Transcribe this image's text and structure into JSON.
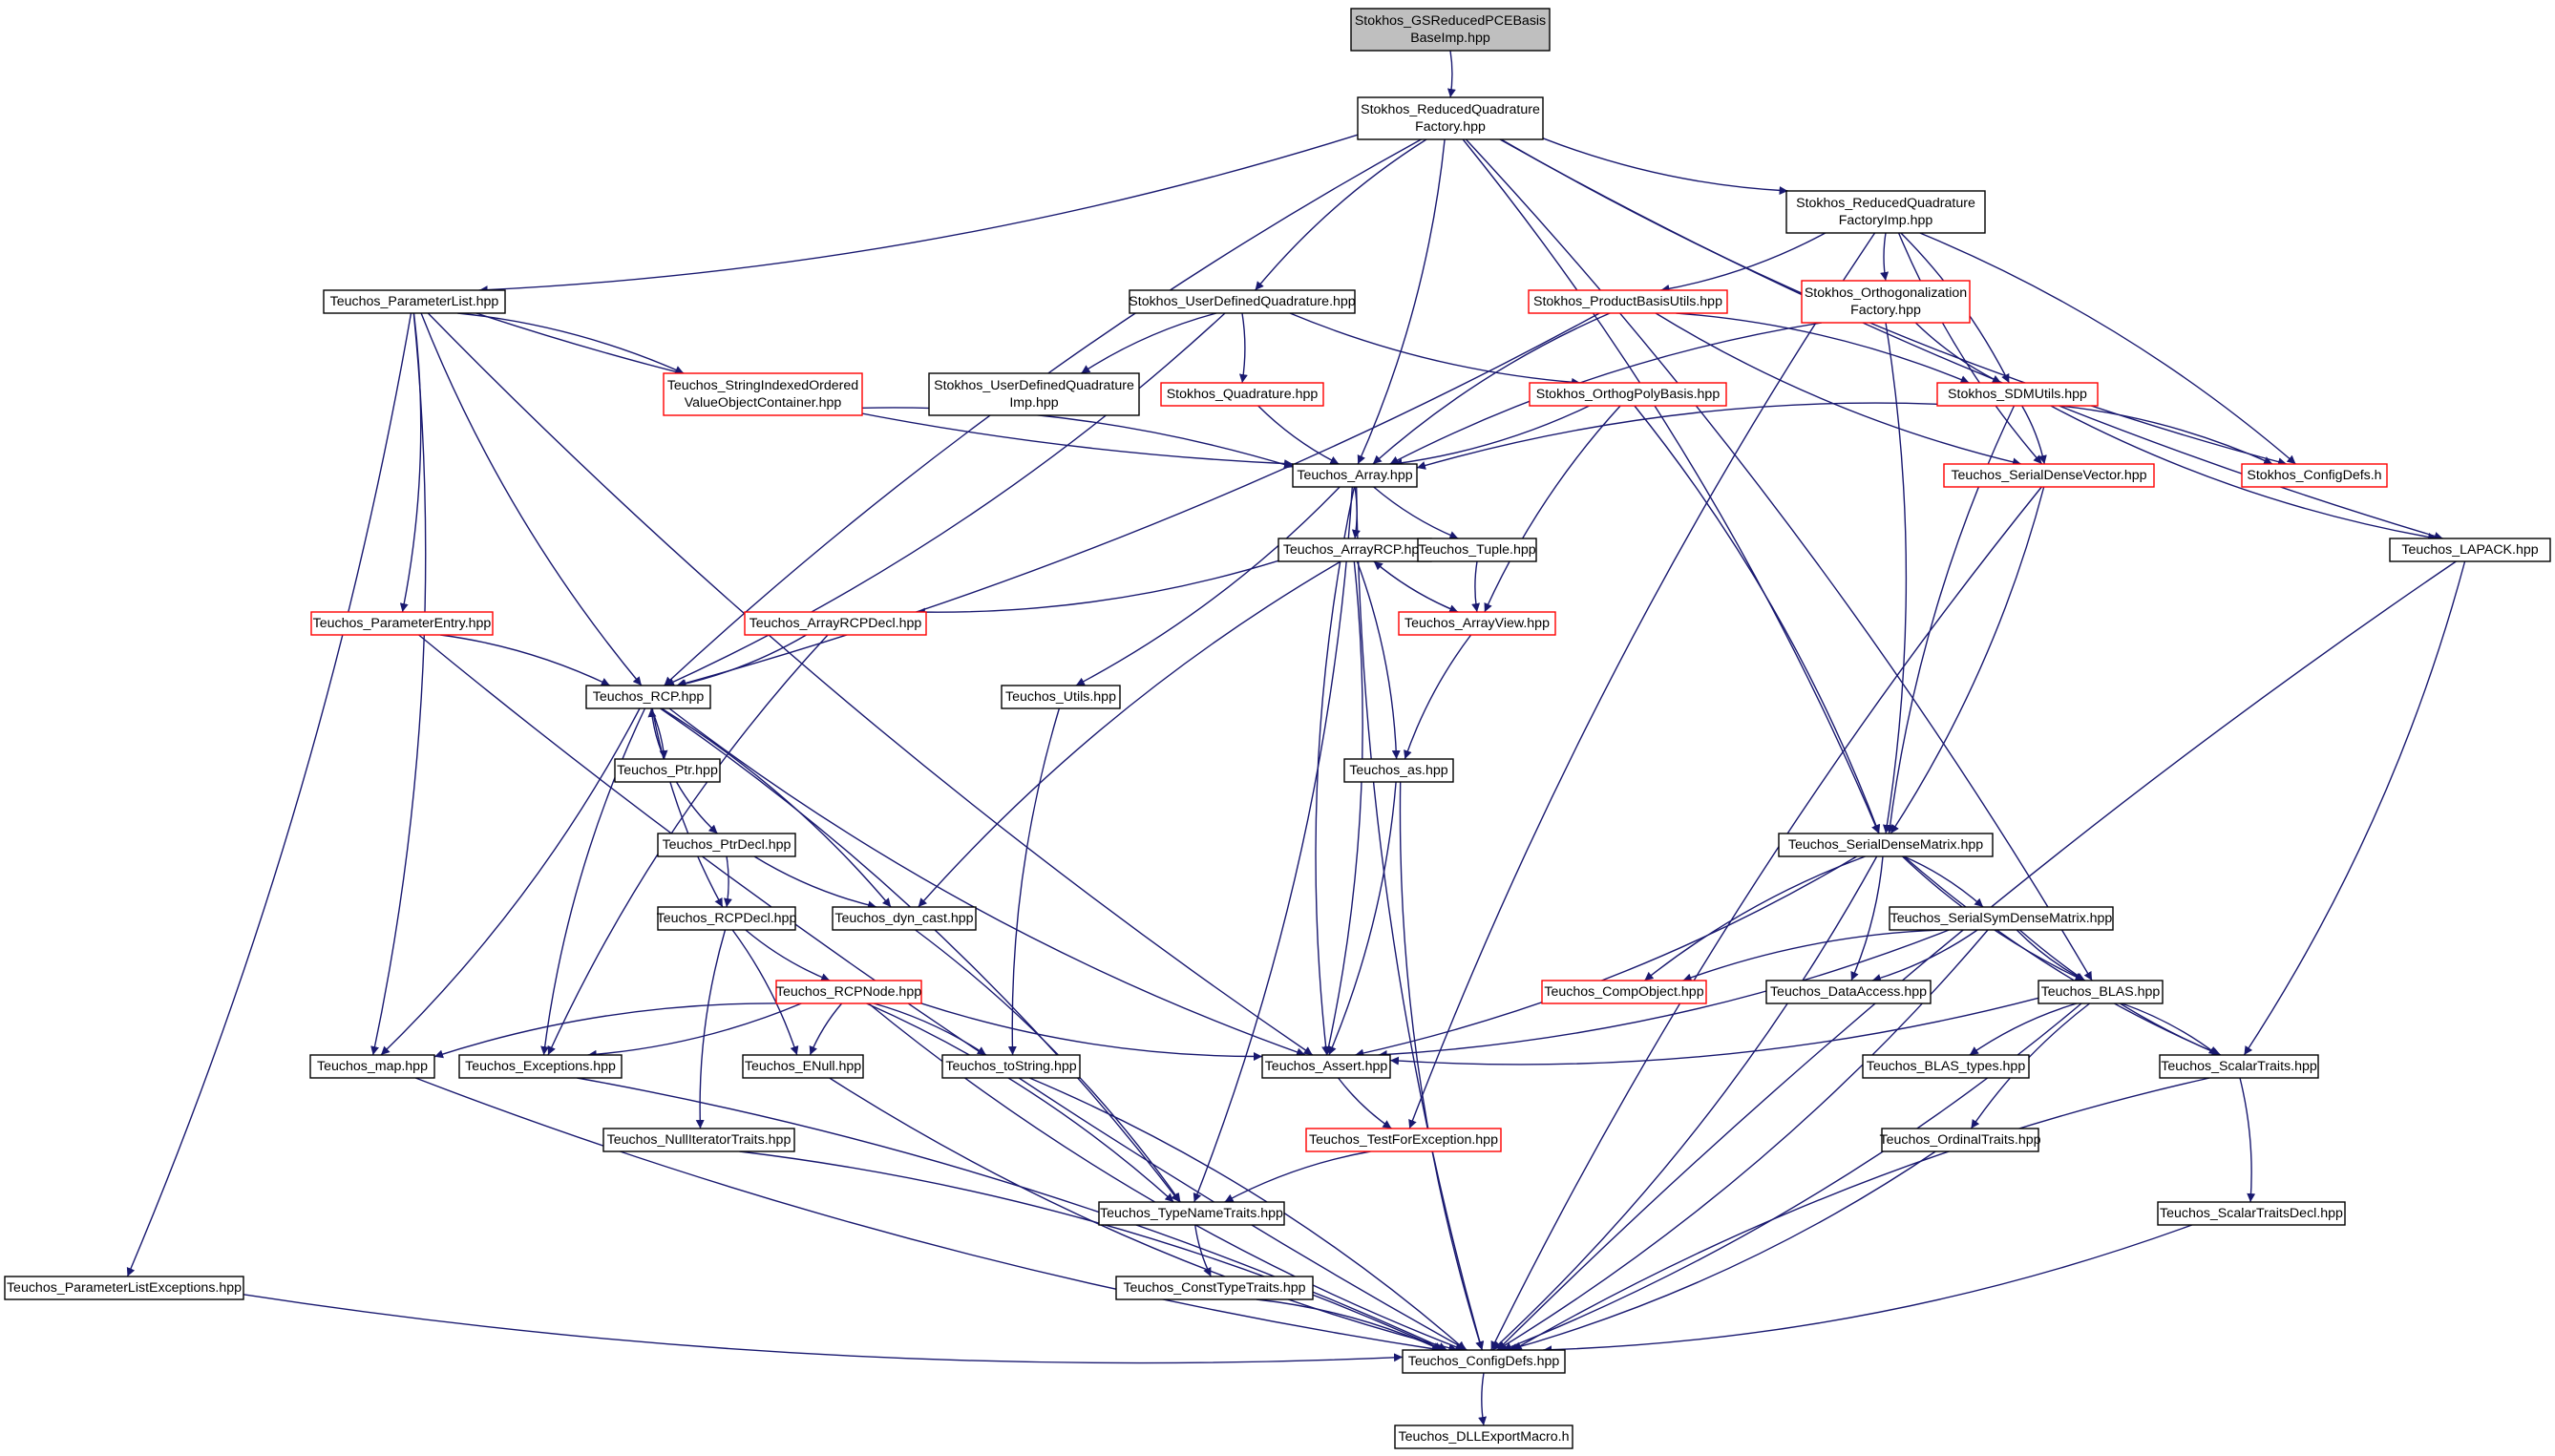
{
  "graph": {
    "colors": {
      "edge": "#191970",
      "node_border_default": "#000000",
      "node_border_incomplete": "#ff0000",
      "root_fill": "#bfbfbf",
      "node_fill": "#ffffff"
    },
    "nodes": [
      {
        "id": "n1",
        "lines": [
          "Stokhos_GSReducedPCEBasis",
          "BaseImp.hpp"
        ],
        "style": "root"
      },
      {
        "id": "n2",
        "lines": [
          "Stokhos_ReducedQuadrature",
          "Factory.hpp"
        ],
        "style": "normal"
      },
      {
        "id": "n3",
        "lines": [
          "Stokhos_ReducedQuadrature",
          "FactoryImp.hpp"
        ],
        "style": "normal"
      },
      {
        "id": "n4",
        "lines": [
          "Teuchos_ParameterList.hpp"
        ],
        "style": "normal"
      },
      {
        "id": "n5",
        "lines": [
          "Stokhos_UserDefinedQuadrature.hpp"
        ],
        "style": "normal"
      },
      {
        "id": "n6",
        "lines": [
          "Stokhos_ProductBasisUtils.hpp"
        ],
        "style": "red"
      },
      {
        "id": "n7",
        "lines": [
          "Stokhos_Orthogonalization",
          "Factory.hpp"
        ],
        "style": "red"
      },
      {
        "id": "n8",
        "lines": [
          "Teuchos_StringIndexedOrdered",
          "ValueObjectContainer.hpp"
        ],
        "style": "red"
      },
      {
        "id": "n9",
        "lines": [
          "Stokhos_UserDefinedQuadrature",
          "Imp.hpp"
        ],
        "style": "normal"
      },
      {
        "id": "n10",
        "lines": [
          "Stokhos_Quadrature.hpp"
        ],
        "style": "red"
      },
      {
        "id": "n11",
        "lines": [
          "Stokhos_OrthogPolyBasis.hpp"
        ],
        "style": "red"
      },
      {
        "id": "n12",
        "lines": [
          "Stokhos_SDMUtils.hpp"
        ],
        "style": "red"
      },
      {
        "id": "n13",
        "lines": [
          "Stokhos_ConfigDefs.h"
        ],
        "style": "red"
      },
      {
        "id": "n14",
        "lines": [
          "Teuchos_Array.hpp"
        ],
        "style": "normal"
      },
      {
        "id": "n15",
        "lines": [
          "Teuchos_SerialDenseVector.hpp"
        ],
        "style": "red"
      },
      {
        "id": "n16",
        "lines": [
          "Teuchos_LAPACK.hpp"
        ],
        "style": "normal"
      },
      {
        "id": "n17",
        "lines": [
          "Teuchos_ArrayRCP.hpp"
        ],
        "style": "normal"
      },
      {
        "id": "n18",
        "lines": [
          "Teuchos_Tuple.hpp"
        ],
        "style": "normal"
      },
      {
        "id": "n19",
        "lines": [
          "Teuchos_ParameterEntry.hpp"
        ],
        "style": "red"
      },
      {
        "id": "n20",
        "lines": [
          "Teuchos_ArrayRCPDecl.hpp"
        ],
        "style": "red"
      },
      {
        "id": "n21",
        "lines": [
          "Teuchos_ArrayView.hpp"
        ],
        "style": "red"
      },
      {
        "id": "n22",
        "lines": [
          "Teuchos_RCP.hpp"
        ],
        "style": "normal"
      },
      {
        "id": "n23",
        "lines": [
          "Teuchos_Utils.hpp"
        ],
        "style": "normal"
      },
      {
        "id": "n24",
        "lines": [
          "Teuchos_Ptr.hpp"
        ],
        "style": "normal"
      },
      {
        "id": "n25",
        "lines": [
          "Teuchos_as.hpp"
        ],
        "style": "normal"
      },
      {
        "id": "n26",
        "lines": [
          "Teuchos_PtrDecl.hpp"
        ],
        "style": "normal"
      },
      {
        "id": "n27",
        "lines": [
          "Teuchos_SerialDenseMatrix.hpp"
        ],
        "style": "normal"
      },
      {
        "id": "n28",
        "lines": [
          "Teuchos_RCPDecl.hpp"
        ],
        "style": "normal"
      },
      {
        "id": "n29",
        "lines": [
          "Teuchos_dyn_cast.hpp"
        ],
        "style": "normal"
      },
      {
        "id": "n30",
        "lines": [
          "Teuchos_SerialSymDenseMatrix.hpp"
        ],
        "style": "normal"
      },
      {
        "id": "n31",
        "lines": [
          "Teuchos_RCPNode.hpp"
        ],
        "style": "red"
      },
      {
        "id": "n32",
        "lines": [
          "Teuchos_CompObject.hpp"
        ],
        "style": "red"
      },
      {
        "id": "n33",
        "lines": [
          "Teuchos_DataAccess.hpp"
        ],
        "style": "normal"
      },
      {
        "id": "n34",
        "lines": [
          "Teuchos_BLAS.hpp"
        ],
        "style": "normal"
      },
      {
        "id": "n35",
        "lines": [
          "Teuchos_map.hpp"
        ],
        "style": "normal"
      },
      {
        "id": "n36",
        "lines": [
          "Teuchos_Exceptions.hpp"
        ],
        "style": "normal"
      },
      {
        "id": "n37",
        "lines": [
          "Teuchos_ENull.hpp"
        ],
        "style": "normal"
      },
      {
        "id": "n38",
        "lines": [
          "Teuchos_toString.hpp"
        ],
        "style": "normal"
      },
      {
        "id": "n39",
        "lines": [
          "Teuchos_Assert.hpp"
        ],
        "style": "normal"
      },
      {
        "id": "n40",
        "lines": [
          "Teuchos_BLAS_types.hpp"
        ],
        "style": "normal"
      },
      {
        "id": "n41",
        "lines": [
          "Teuchos_ScalarTraits.hpp"
        ],
        "style": "normal"
      },
      {
        "id": "n42",
        "lines": [
          "Teuchos_NullIteratorTraits.hpp"
        ],
        "style": "normal"
      },
      {
        "id": "n43",
        "lines": [
          "Teuchos_TestForException.hpp"
        ],
        "style": "red"
      },
      {
        "id": "n44",
        "lines": [
          "Teuchos_OrdinalTraits.hpp"
        ],
        "style": "normal"
      },
      {
        "id": "n45",
        "lines": [
          "Teuchos_TypeNameTraits.hpp"
        ],
        "style": "normal"
      },
      {
        "id": "n46",
        "lines": [
          "Teuchos_ScalarTraitsDecl.hpp"
        ],
        "style": "normal"
      },
      {
        "id": "n47",
        "lines": [
          "Teuchos_ParameterListExceptions.hpp"
        ],
        "style": "normal"
      },
      {
        "id": "n48",
        "lines": [
          "Teuchos_ConstTypeTraits.hpp"
        ],
        "style": "normal"
      },
      {
        "id": "n49",
        "lines": [
          "Teuchos_ConfigDefs.hpp"
        ],
        "style": "normal"
      },
      {
        "id": "n50",
        "lines": [
          "Teuchos_DLLExportMacro.h"
        ],
        "style": "normal"
      }
    ],
    "edges": [
      [
        "n1",
        "n2"
      ],
      [
        "n2",
        "n3"
      ],
      [
        "n2",
        "n4"
      ],
      [
        "n2",
        "n5"
      ],
      [
        "n2",
        "n14"
      ],
      [
        "n2",
        "n22"
      ],
      [
        "n2",
        "n27"
      ],
      [
        "n2",
        "n16"
      ],
      [
        "n2",
        "n34"
      ],
      [
        "n2",
        "n13"
      ],
      [
        "n3",
        "n6"
      ],
      [
        "n3",
        "n7"
      ],
      [
        "n3",
        "n12"
      ],
      [
        "n3",
        "n15"
      ],
      [
        "n3",
        "n13"
      ],
      [
        "n3",
        "n43"
      ],
      [
        "n4",
        "n8"
      ],
      [
        "n4",
        "n14"
      ],
      [
        "n4",
        "n19"
      ],
      [
        "n4",
        "n22"
      ],
      [
        "n4",
        "n35"
      ],
      [
        "n4",
        "n39"
      ],
      [
        "n4",
        "n47"
      ],
      [
        "n5",
        "n9"
      ],
      [
        "n5",
        "n10"
      ],
      [
        "n5",
        "n11"
      ],
      [
        "n5",
        "n22"
      ],
      [
        "n6",
        "n14"
      ],
      [
        "n6",
        "n12"
      ],
      [
        "n6",
        "n15"
      ],
      [
        "n6",
        "n22"
      ],
      [
        "n7",
        "n12"
      ],
      [
        "n7",
        "n27"
      ],
      [
        "n7",
        "n14"
      ],
      [
        "n8",
        "n14"
      ],
      [
        "n10",
        "n14"
      ],
      [
        "n11",
        "n14"
      ],
      [
        "n11",
        "n21"
      ],
      [
        "n11",
        "n27"
      ],
      [
        "n12",
        "n14"
      ],
      [
        "n12",
        "n15"
      ],
      [
        "n12",
        "n27"
      ],
      [
        "n12",
        "n13"
      ],
      [
        "n12",
        "n16"
      ],
      [
        "n14",
        "n17"
      ],
      [
        "n14",
        "n18"
      ],
      [
        "n14",
        "n23"
      ],
      [
        "n14",
        "n39"
      ],
      [
        "n14",
        "n45"
      ],
      [
        "n14",
        "n49"
      ],
      [
        "n15",
        "n27"
      ],
      [
        "n15",
        "n49"
      ],
      [
        "n16",
        "n41"
      ],
      [
        "n16",
        "n49"
      ],
      [
        "n17",
        "n20"
      ],
      [
        "n17",
        "n21"
      ],
      [
        "n17",
        "n25"
      ],
      [
        "n17",
        "n29"
      ],
      [
        "n17",
        "n39"
      ],
      [
        "n18",
        "n21"
      ],
      [
        "n19",
        "n22"
      ],
      [
        "n19",
        "n49"
      ],
      [
        "n20",
        "n22"
      ],
      [
        "n20",
        "n36"
      ],
      [
        "n21",
        "n17"
      ],
      [
        "n21",
        "n25"
      ],
      [
        "n22",
        "n24"
      ],
      [
        "n22",
        "n28"
      ],
      [
        "n22",
        "n29"
      ],
      [
        "n22",
        "n36"
      ],
      [
        "n22",
        "n35"
      ],
      [
        "n22",
        "n39"
      ],
      [
        "n22",
        "n45"
      ],
      [
        "n23",
        "n38"
      ],
      [
        "n24",
        "n22"
      ],
      [
        "n24",
        "n26"
      ],
      [
        "n25",
        "n39"
      ],
      [
        "n25",
        "n49"
      ],
      [
        "n26",
        "n28"
      ],
      [
        "n26",
        "n29"
      ],
      [
        "n27",
        "n30"
      ],
      [
        "n27",
        "n32"
      ],
      [
        "n27",
        "n33"
      ],
      [
        "n27",
        "n34"
      ],
      [
        "n27",
        "n39"
      ],
      [
        "n27",
        "n41"
      ],
      [
        "n27",
        "n49"
      ],
      [
        "n28",
        "n31"
      ],
      [
        "n28",
        "n37"
      ],
      [
        "n28",
        "n42"
      ],
      [
        "n29",
        "n45"
      ],
      [
        "n30",
        "n32"
      ],
      [
        "n30",
        "n33"
      ],
      [
        "n30",
        "n34"
      ],
      [
        "n30",
        "n39"
      ],
      [
        "n30",
        "n41"
      ],
      [
        "n30",
        "n49"
      ],
      [
        "n31",
        "n35"
      ],
      [
        "n31",
        "n36"
      ],
      [
        "n31",
        "n37"
      ],
      [
        "n31",
        "n38"
      ],
      [
        "n31",
        "n39"
      ],
      [
        "n31",
        "n45"
      ],
      [
        "n31",
        "n49"
      ],
      [
        "n34",
        "n39"
      ],
      [
        "n34",
        "n40"
      ],
      [
        "n34",
        "n41"
      ],
      [
        "n34",
        "n44"
      ],
      [
        "n34",
        "n49"
      ],
      [
        "n35",
        "n49"
      ],
      [
        "n36",
        "n49"
      ],
      [
        "n37",
        "n49"
      ],
      [
        "n38",
        "n49"
      ],
      [
        "n39",
        "n43"
      ],
      [
        "n41",
        "n46"
      ],
      [
        "n41",
        "n49"
      ],
      [
        "n42",
        "n49"
      ],
      [
        "n43",
        "n45"
      ],
      [
        "n44",
        "n49"
      ],
      [
        "n45",
        "n48"
      ],
      [
        "n46",
        "n49"
      ],
      [
        "n47",
        "n49"
      ],
      [
        "n48",
        "n49"
      ],
      [
        "n49",
        "n50"
      ]
    ]
  }
}
